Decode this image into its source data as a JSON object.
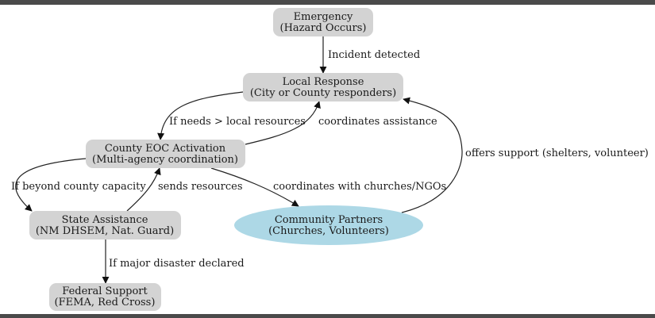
{
  "diagram": {
    "type": "flowchart",
    "nodes": [
      {
        "id": "emergency",
        "shape": "rounded-rect",
        "lines": [
          "Emergency",
          "(Hazard Occurs)"
        ],
        "color": "#d3d3d3"
      },
      {
        "id": "local",
        "shape": "rounded-rect",
        "lines": [
          "Local Response",
          "(City or County responders)"
        ],
        "color": "#d3d3d3"
      },
      {
        "id": "county",
        "shape": "rounded-rect",
        "lines": [
          "County EOC Activation",
          "(Multi-agency coordination)"
        ],
        "color": "#d3d3d3"
      },
      {
        "id": "state",
        "shape": "rounded-rect",
        "lines": [
          "State Assistance",
          "(NM DHSEM, Nat. Guard)"
        ],
        "color": "#d3d3d3"
      },
      {
        "id": "federal",
        "shape": "rounded-rect",
        "lines": [
          "Federal Support",
          "(FEMA, Red Cross)"
        ],
        "color": "#d3d3d3"
      },
      {
        "id": "community",
        "shape": "ellipse",
        "lines": [
          "Community Partners",
          "(Churches, Volunteers)"
        ],
        "color": "#add8e6"
      }
    ],
    "edges": [
      {
        "from": "emergency",
        "to": "local",
        "label": "Incident detected"
      },
      {
        "from": "local",
        "to": "county",
        "label": "If needs > local resources"
      },
      {
        "from": "county",
        "to": "local",
        "label": "coordinates assistance"
      },
      {
        "from": "county",
        "to": "state",
        "label": "If beyond county capacity"
      },
      {
        "from": "state",
        "to": "county",
        "label": "sends resources"
      },
      {
        "from": "county",
        "to": "community",
        "label": "coordinates with churches/NGOs"
      },
      {
        "from": "community",
        "to": "local",
        "label": "offers support (shelters, volunteer)"
      },
      {
        "from": "state",
        "to": "federal",
        "label": "If major disaster declared"
      }
    ]
  }
}
